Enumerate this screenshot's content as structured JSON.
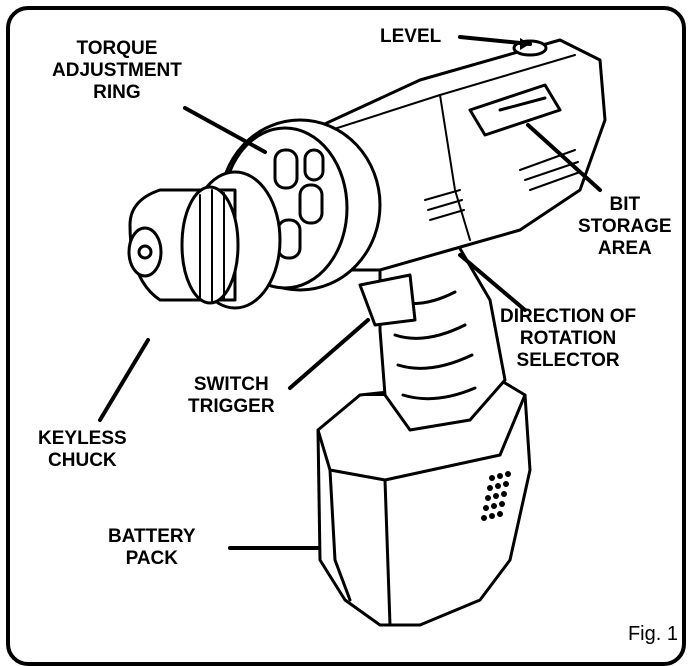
{
  "labels": {
    "level": "LEVEL",
    "torque": "TORQUE\nADJUSTMENT\nRING",
    "bit_storage": "BIT\nSTORAGE\nAREA",
    "direction": "DIRECTION OF\nROTATION\nSELECTOR",
    "switch": "SWITCH\nTRIGGER",
    "chuck": "KEYLESS\nCHUCK",
    "battery": "BATTERY\nPACK"
  },
  "figure_caption": "Fig. 1",
  "colors": {
    "line": "#000000",
    "fill": "#ffffff",
    "shade": "#d9d9d9"
  }
}
